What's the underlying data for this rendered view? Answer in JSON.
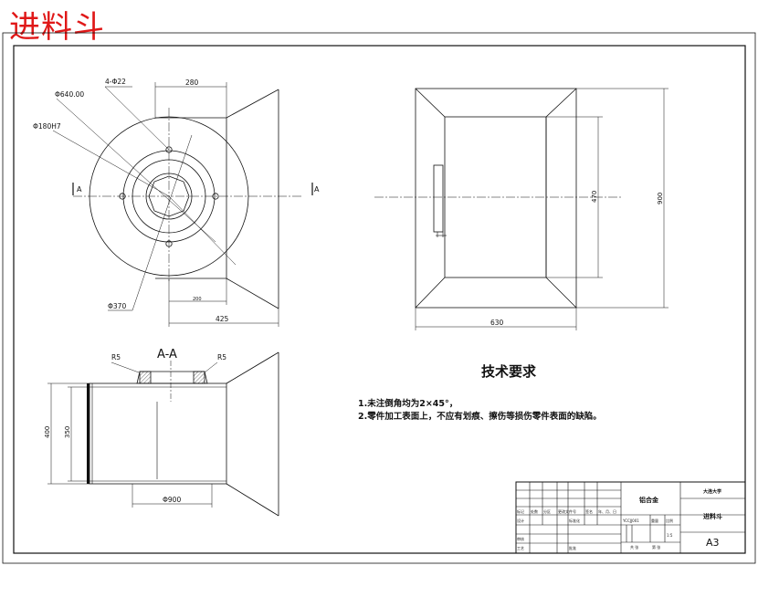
{
  "title": "进料斗",
  "technical_requirements": {
    "heading": "技术要求",
    "items": [
      "1.未注倒角均为2×45°，",
      "2.零件加工表面上，不应有划痕、擦伤等损伤零件表面的缺陷。"
    ]
  },
  "front_view": {
    "hole_pattern": "4-Φ22",
    "dia_pitch": "Φ640.00",
    "dia_bore": "Φ180H7",
    "dia_outer": "Φ370",
    "width_top": "280",
    "width_bottom": "425",
    "width_inner": "200",
    "section_mark": "A"
  },
  "top_view": {
    "width": "630",
    "height_outer": "900",
    "height_inner": "470"
  },
  "section_view": {
    "label": "A-A",
    "fillet_left": "R5",
    "fillet_right": "R5",
    "height_outer": "400",
    "height_inner": "350",
    "dia_bottom": "Φ900"
  },
  "title_block": {
    "material": "铝合金",
    "school": "大连大学",
    "part_name": "进料斗",
    "sheet_size": "A3",
    "scale": "1:5",
    "code": "YCCJJ001",
    "r1": [
      "标记",
      "处数",
      "分区",
      "更改文件号",
      "签名",
      "年、月、日"
    ],
    "designer": "设计",
    "standard": "标准化",
    "checker": "审核",
    "process": "工艺",
    "approve": "批准",
    "stage": "阶段标记",
    "weight": "重量",
    "ratio": "比例",
    "sheets": "共 张",
    "sheet_no": "第 张"
  }
}
